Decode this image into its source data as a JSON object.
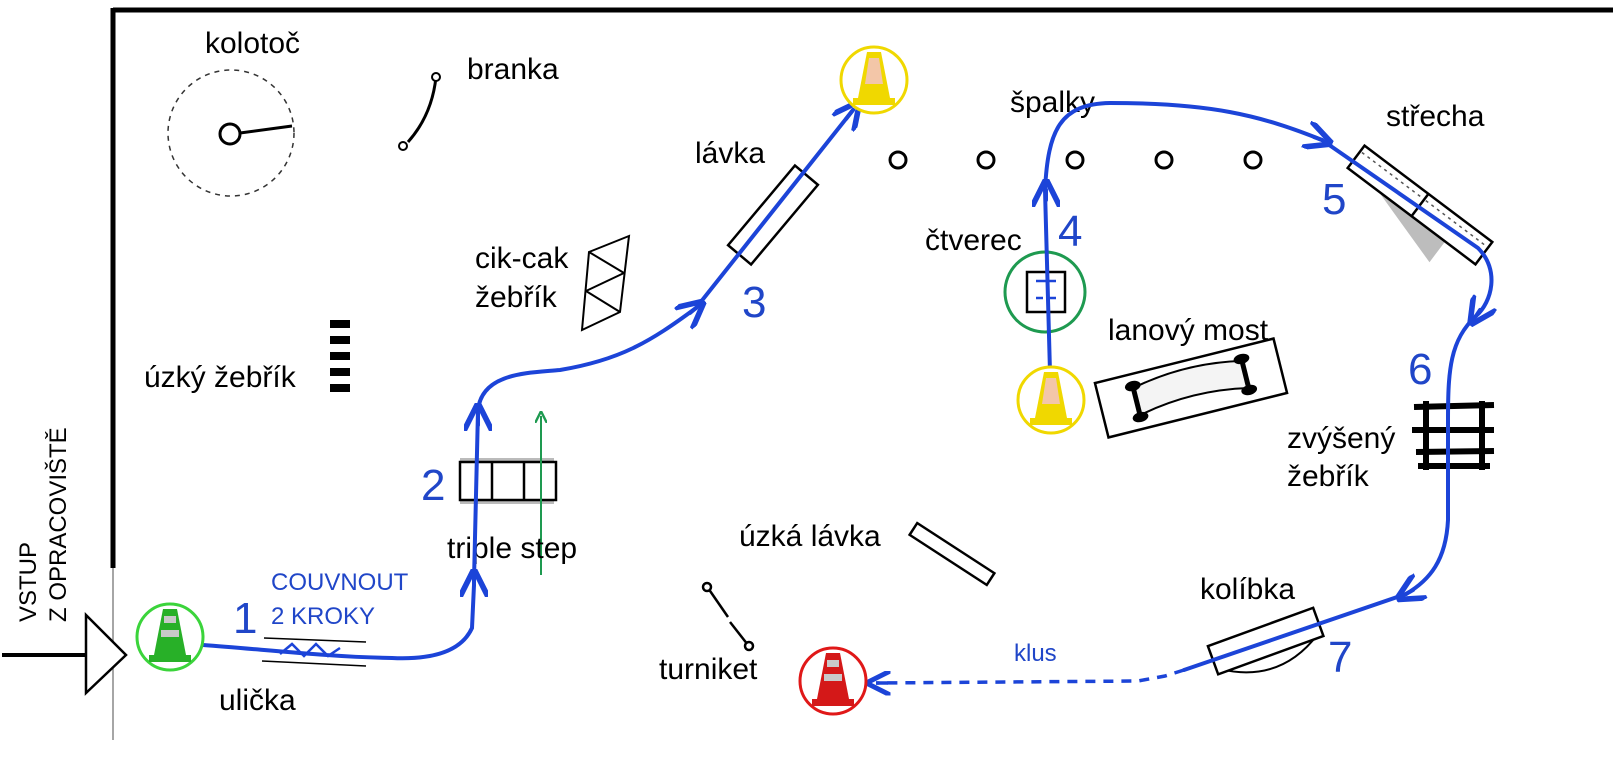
{
  "entry": {
    "line1": "VSTUP",
    "line2": "Z OPRACOVIŠTĚ"
  },
  "labels": {
    "kolotoc": "kolotoč",
    "branka": "branka",
    "lavka": "lávka",
    "spalky": "špalky",
    "strecha": "střecha",
    "cikcak_1": "cik-cak",
    "cikcak_2": "žebřík",
    "ctverec": "čtverec",
    "uzky_zebrik": "úzký žebřík",
    "lanovy_most": "lanový most",
    "zvyseny_1": "zvýšený",
    "zvyseny_2": "žebřík",
    "triple_step": "triple step",
    "uzka_lavka": "úzká lávka",
    "kolibka": "kolíbka",
    "turniket": "turniket",
    "ulicka": "ulička"
  },
  "instructions": {
    "couvnout_1": "COUVNOUT",
    "couvnout_2": "2 KROKY",
    "klus": "klus"
  },
  "route_numbers": [
    "1",
    "2",
    "3",
    "4",
    "5",
    "6",
    "7"
  ],
  "colors": {
    "route": "#1c44d8",
    "cone_start": "#3bd43b",
    "cone_checkpoint": "#f0d800",
    "cone_finish": "#e01818",
    "square_ring": "#1e9a50",
    "alt_arrow": "#1e9a50"
  }
}
